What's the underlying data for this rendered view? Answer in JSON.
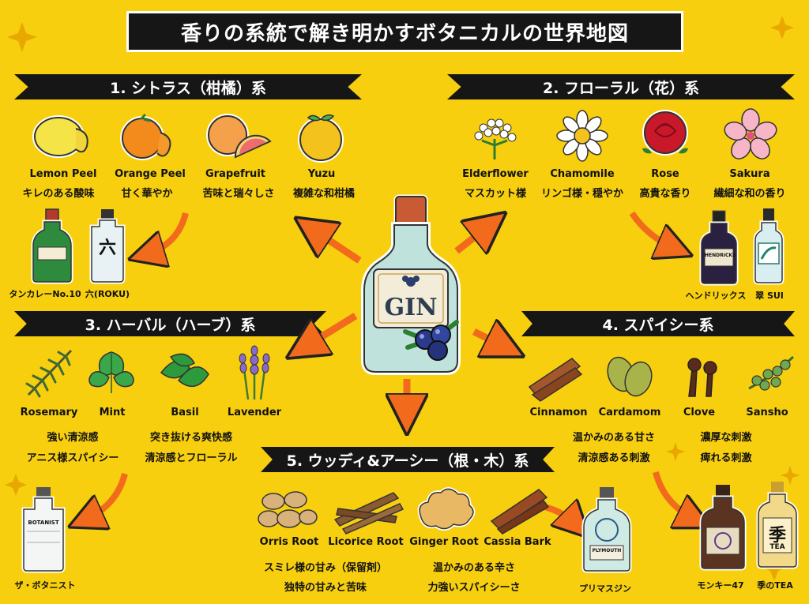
{
  "title": "香りの系統で解き明かすボタニカルの世界地図",
  "center": {
    "label": "GIN"
  },
  "sections": [
    {
      "heading": "1. シトラス（柑橘）系",
      "items": [
        {
          "name": "Lemon Peel",
          "desc": "キレのある酸味",
          "icon": "lemon-icon"
        },
        {
          "name": "Orange Peel",
          "desc": "甘く華やか",
          "icon": "orange-icon"
        },
        {
          "name": "Grapefruit",
          "desc": "苦味と瑞々しさ",
          "icon": "grapefruit-icon"
        },
        {
          "name": "Yuzu",
          "desc": "複雑な和柑橘",
          "icon": "yuzu-icon"
        }
      ],
      "gins": [
        "タンカレーNo.10",
        "六(ROKU)"
      ]
    },
    {
      "heading": "2. フローラル（花）系",
      "items": [
        {
          "name": "Elderflower",
          "desc": "マスカット様",
          "icon": "elderflower-icon"
        },
        {
          "name": "Chamomile",
          "desc": "リンゴ様・穏やか",
          "icon": "chamomile-icon"
        },
        {
          "name": "Rose",
          "desc": "高貴な香り",
          "icon": "rose-icon"
        },
        {
          "name": "Sakura",
          "desc": "繊細な和の香り",
          "icon": "sakura-icon"
        }
      ],
      "gins": [
        "ヘンドリックス",
        "翠 SUI"
      ]
    },
    {
      "heading": "3. ハーバル（ハーブ）系",
      "items": [
        {
          "name": "Rosemary",
          "icon": "rosemary-icon"
        },
        {
          "name": "Mint",
          "icon": "mint-icon"
        },
        {
          "name": "Basil",
          "icon": "basil-icon"
        },
        {
          "name": "Lavender",
          "icon": "lavender-icon"
        }
      ],
      "descs": [
        "強い清涼感",
        "アニス様スパイシー",
        "突き抜ける爽快感",
        "清涼感とフローラル"
      ],
      "gins": [
        "ザ・ボタニスト"
      ]
    },
    {
      "heading": "4. スパイシー系",
      "items": [
        {
          "name": "Cinnamon",
          "icon": "cinnamon-icon"
        },
        {
          "name": "Cardamom",
          "icon": "cardamom-icon"
        },
        {
          "name": "Clove",
          "icon": "clove-icon"
        },
        {
          "name": "Sansho",
          "icon": "sansho-icon"
        }
      ],
      "descs": [
        "温かみのある甘さ",
        "清涼感ある刺激",
        "濃厚な刺激",
        "痺れる刺激"
      ],
      "gins": [
        "モンキー47",
        "季のTEA"
      ]
    },
    {
      "heading": "5. ウッディ&アーシー（根・木）系",
      "items": [
        {
          "name": "Orris Root",
          "icon": "orris-root-icon"
        },
        {
          "name": "Licorice Root",
          "icon": "licorice-root-icon"
        },
        {
          "name": "Ginger Root",
          "icon": "ginger-root-icon"
        },
        {
          "name": "Cassia Bark",
          "icon": "cassia-bark-icon"
        }
      ],
      "descs": [
        "スミレ様の甘み（保留剤）",
        "独特の甘みと苦味",
        "温かみのある辛さ",
        "力強いスパイシーさ"
      ],
      "gins": [
        "プリマスジン"
      ]
    }
  ],
  "bottle_texts": {
    "roku": "六",
    "hendricks": "HENDRICKS",
    "botanist": "BOTANIST",
    "tea": "季",
    "tea_sub": "TEA",
    "plymouth": "PLYMOUTH"
  },
  "colors": {
    "background": "#f7cf0f",
    "banner": "#161616",
    "arrow": "#f26b1d"
  }
}
